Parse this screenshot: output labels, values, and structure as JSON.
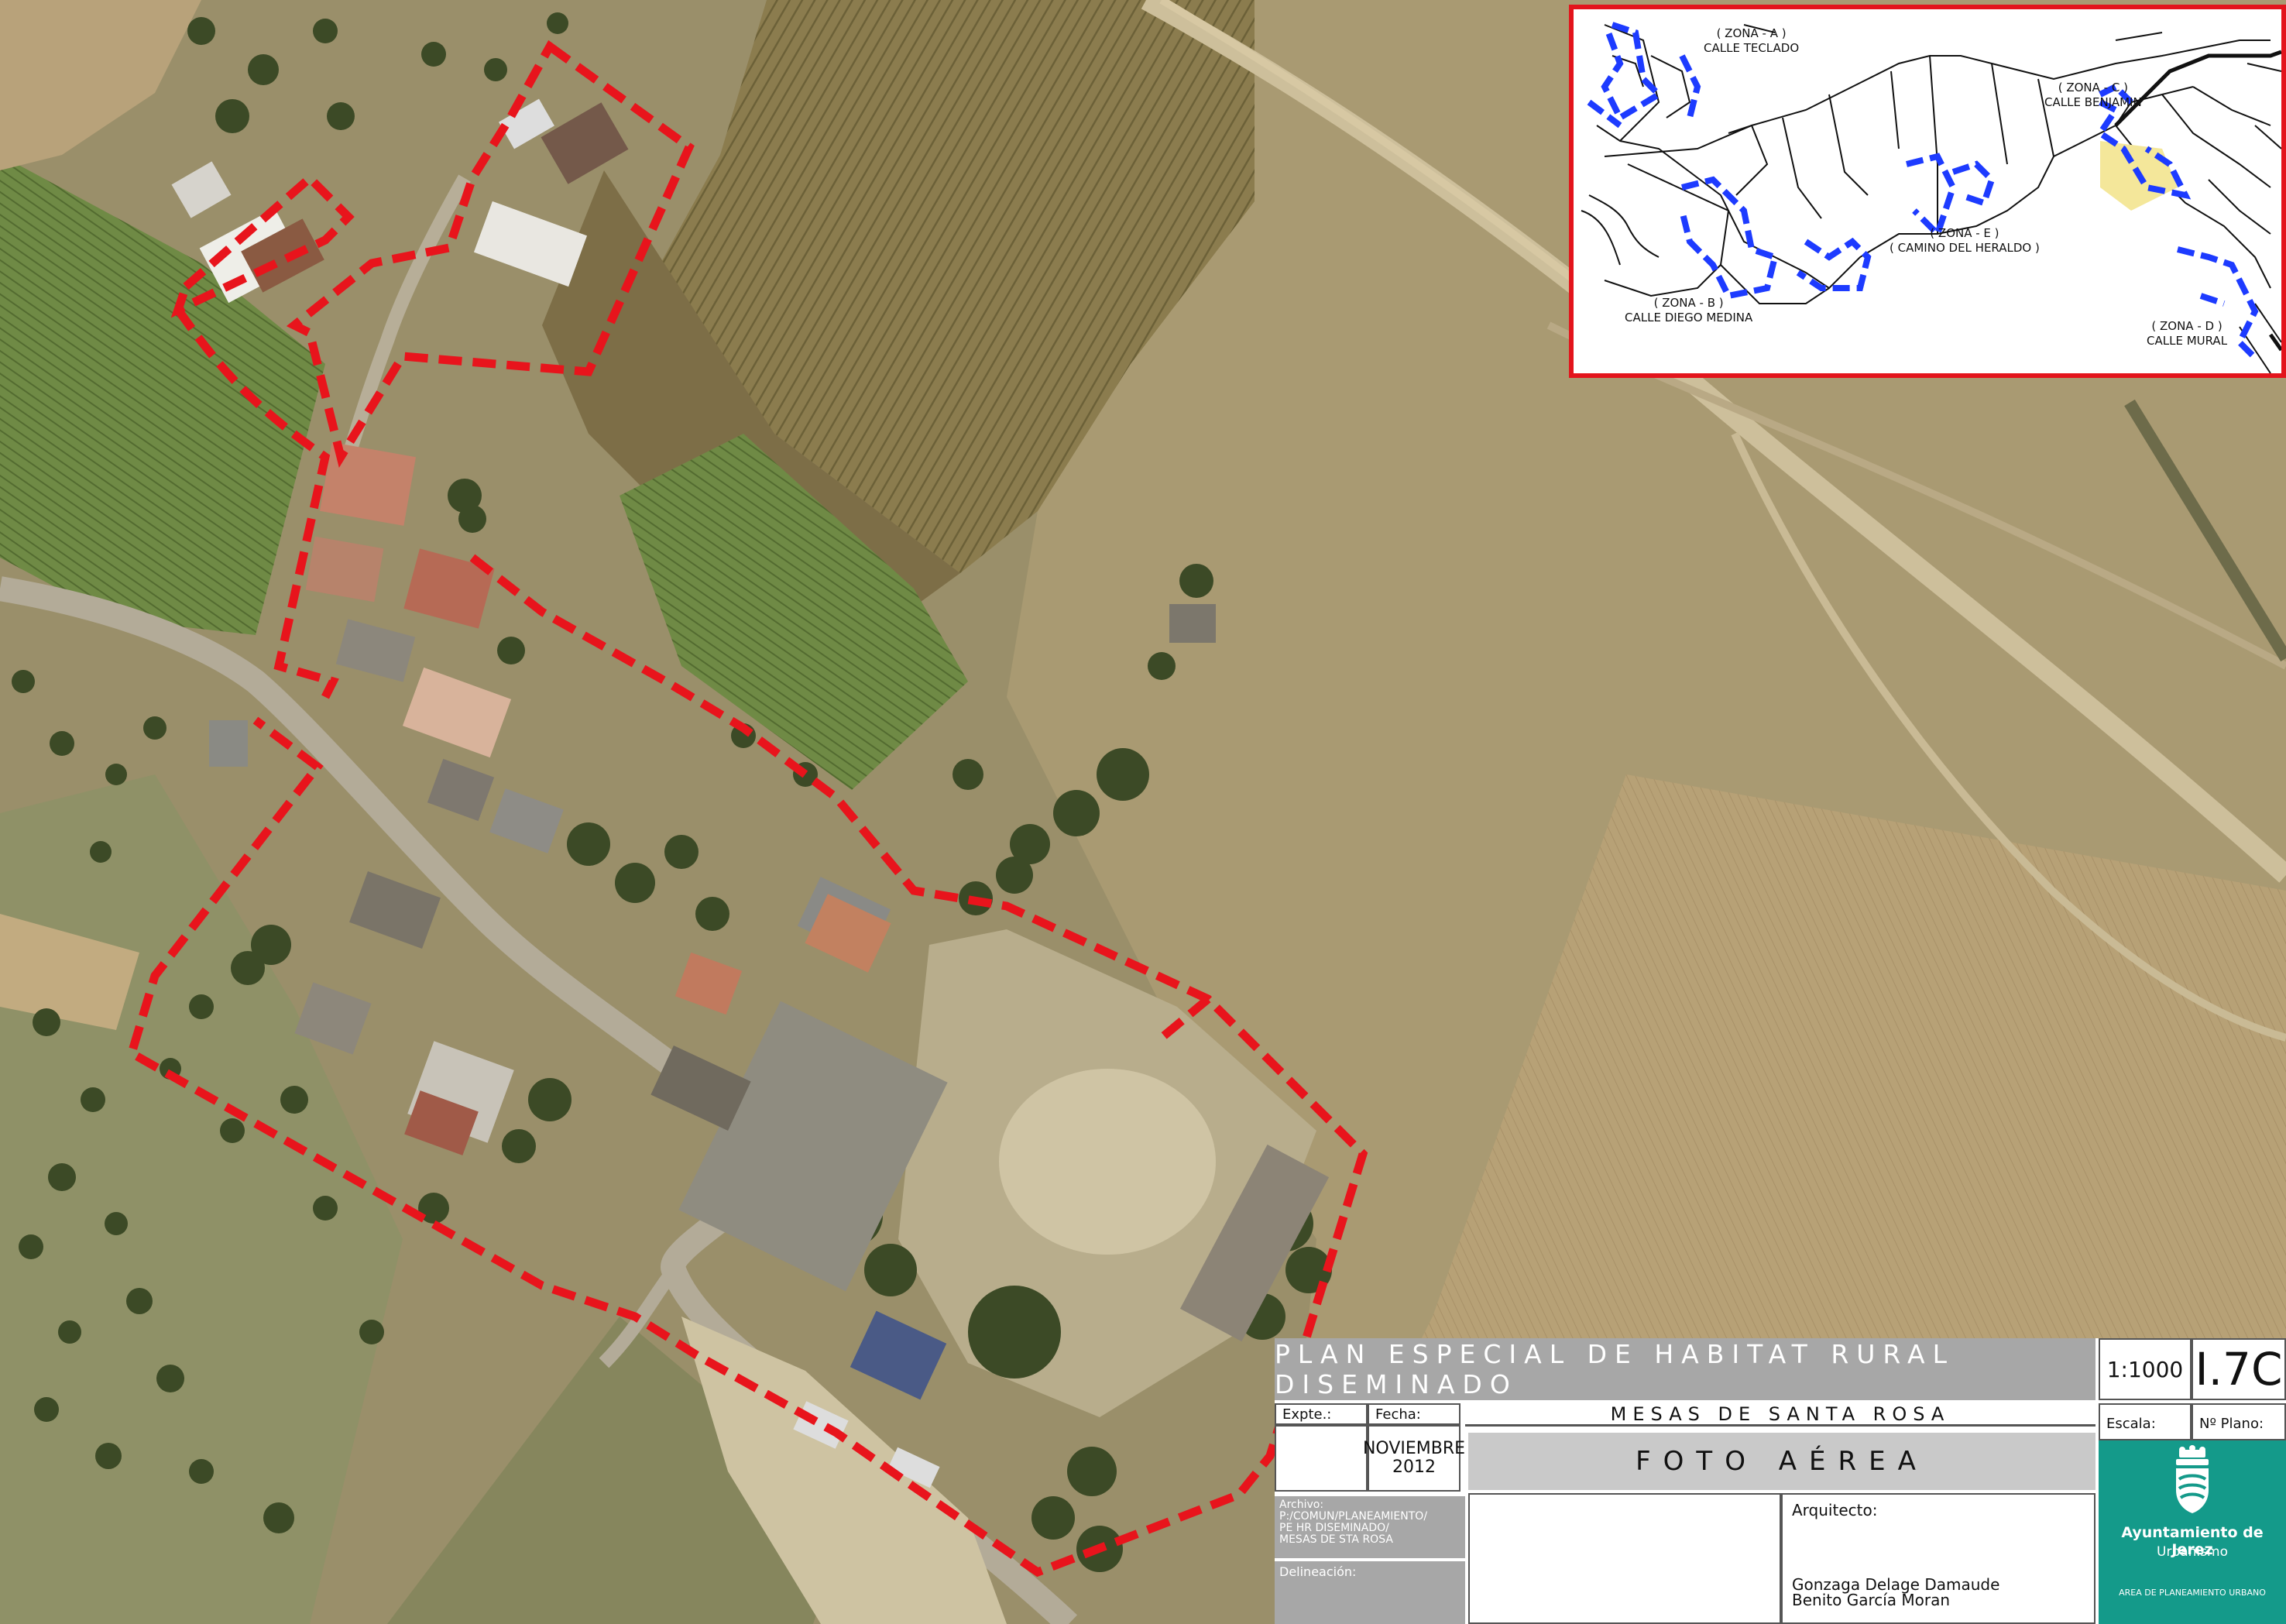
{
  "map": {
    "boundary_color": "#e8141c",
    "basemap": "aerial-photo",
    "boundary_style": "dashed"
  },
  "inset": {
    "border_color": "#e3141c",
    "highlight_color": "#1d3bff",
    "zone_a": {
      "code": "( ZONA - A )",
      "street": "CALLE TECLADO"
    },
    "zone_b": {
      "code": "( ZONA - B )",
      "street": "CALLE DIEGO MEDINA"
    },
    "zone_c": {
      "code": "( ZONA - C )",
      "street": "CALLE BENJAMIN"
    },
    "zone_d": {
      "code": "( ZONA - D )",
      "street": "CALLE MURAL"
    },
    "zone_e": {
      "code": "( ZONA - E )",
      "street": "( CAMINO DEL HERALDO )"
    }
  },
  "title_block": {
    "plan_title": "PLAN ESPECIAL DE HABITAT RURAL DISEMINADO",
    "scale_value": "1:1000",
    "plan_number": "I.7C",
    "expte_label": "Expte.:",
    "fecha_label": "Fecha:",
    "fecha_value_1": "NOVIEMBRE",
    "fecha_value_2": "2012",
    "subtitle": "MESAS DE SANTA ROSA",
    "sheet_title": "FOTO AÉREA",
    "escala_label": "Escala:",
    "plano_label": "Nº Plano:",
    "archivo_label": "Archivo:",
    "archivo_lines": [
      "P:/COMUN/PLANEAMIENTO/",
      "PE HR DISEMINADO/",
      "MESAS DE STA ROSA"
    ],
    "delineacion_label": "Delineación:",
    "arquitecto_label": "Arquitecto:",
    "arquitecto_1": "Gonzaga Delage Damaude",
    "arquitecto_2": "Benito García Moran",
    "org_name": "Ayuntamiento de Jerez",
    "org_dept": "Urbanismo",
    "org_area": "AREA DE PLANEAMIENTO URBANO",
    "org_color": "#149a8a"
  }
}
